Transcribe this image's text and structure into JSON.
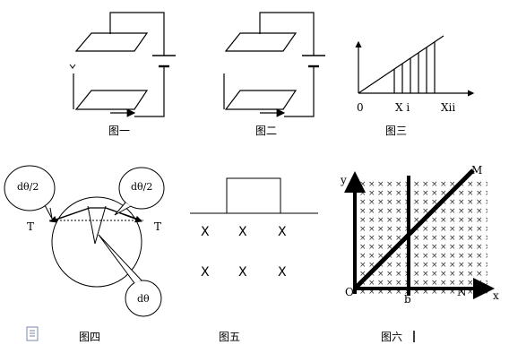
{
  "captions": {
    "fig1": "图一",
    "fig2": "图二",
    "fig3": "图三",
    "fig4": "图四",
    "fig5": "图五",
    "fig6": "图六"
  },
  "fig3": {
    "origin": "0",
    "x1": "X i",
    "x2": "Xii"
  },
  "fig4": {
    "bubble_left": "dθ/2",
    "bubble_right": "dθ/2",
    "bubble_bottom": "dθ",
    "tension_left": "T",
    "tension_right": "T"
  },
  "fig5": {
    "field_marks": [
      "X",
      "X",
      "X",
      "X",
      "X",
      "X"
    ]
  },
  "fig6": {
    "y_axis": "y",
    "x_axis": "x",
    "origin": "O",
    "label_m": "M",
    "label_n": "N",
    "label_b": "b"
  }
}
